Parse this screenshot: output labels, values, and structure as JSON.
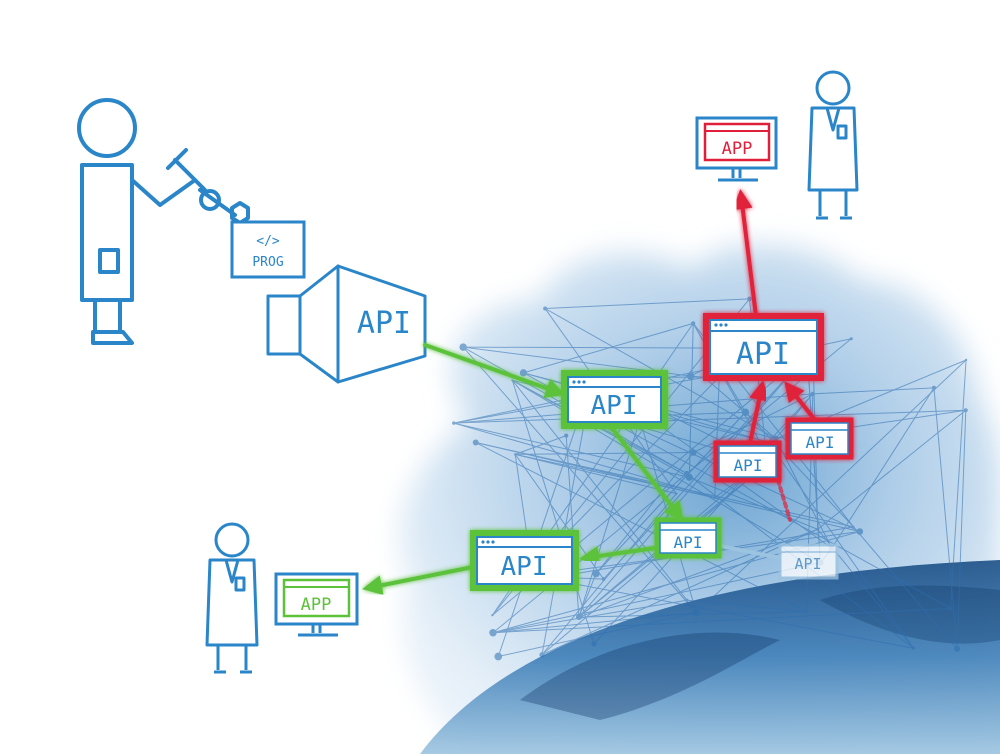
{
  "colors": {
    "outline": "#2a86c8",
    "green": "#5cc23a",
    "red": "#e0203a",
    "faded": "#9cc4e0",
    "cloud": "#cfe1f1"
  },
  "programmer": {
    "code_label": "</>",
    "prog_label": "PROG"
  },
  "megaphone": {
    "label": "API"
  },
  "nodes": {
    "green_center": "API",
    "green_small": "API",
    "green_left": "API",
    "red_large": "API",
    "red_small_left": "API",
    "red_small_right": "API",
    "faded": "API"
  },
  "monitors": {
    "top_app": "APP",
    "bottom_app": "APP"
  }
}
